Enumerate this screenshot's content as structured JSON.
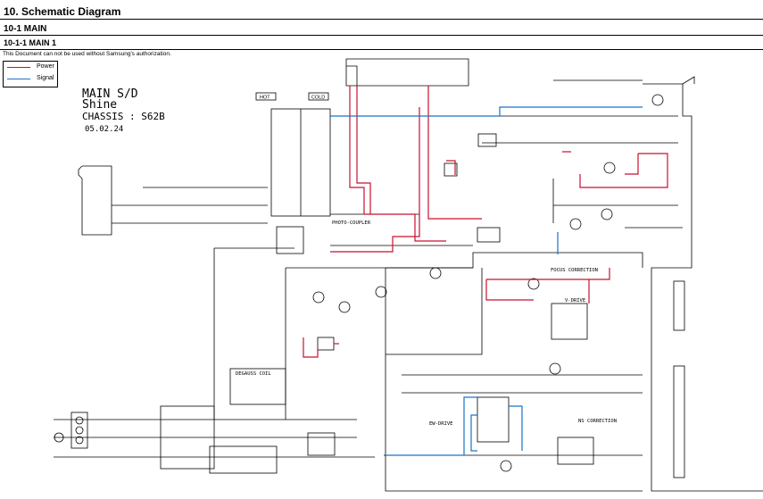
{
  "header": {
    "title": "10. Schematic Diagram",
    "section": "10-1 MAIN",
    "subsection": "10-1-1 MAIN 1",
    "notice": "This Document can not be used without Samsung's authorization."
  },
  "legend": {
    "items": [
      {
        "label": "Power",
        "color": "#c8102e"
      },
      {
        "label": "Signal",
        "color": "#1a73c8"
      }
    ]
  },
  "board": {
    "line1": "MAIN S/D",
    "line2": "Shine",
    "line3": "CHASSIS : S62B",
    "date": "05.02.24"
  },
  "labels": {
    "hot": "HOT",
    "cold": "COLD",
    "photo_coupler": "PHOTO-COUPLER",
    "focus_correction": "FOCUS CORRECTION",
    "v_drive": "V-DRIVE",
    "ew_drive": "EW-DRIVE",
    "ns_correction": "NS CORRECTION",
    "degauss_coil": "DEGAUSS COIL"
  },
  "colors": {
    "power": "#c8102e",
    "signal": "#1a73c8",
    "wire": "#000000"
  }
}
